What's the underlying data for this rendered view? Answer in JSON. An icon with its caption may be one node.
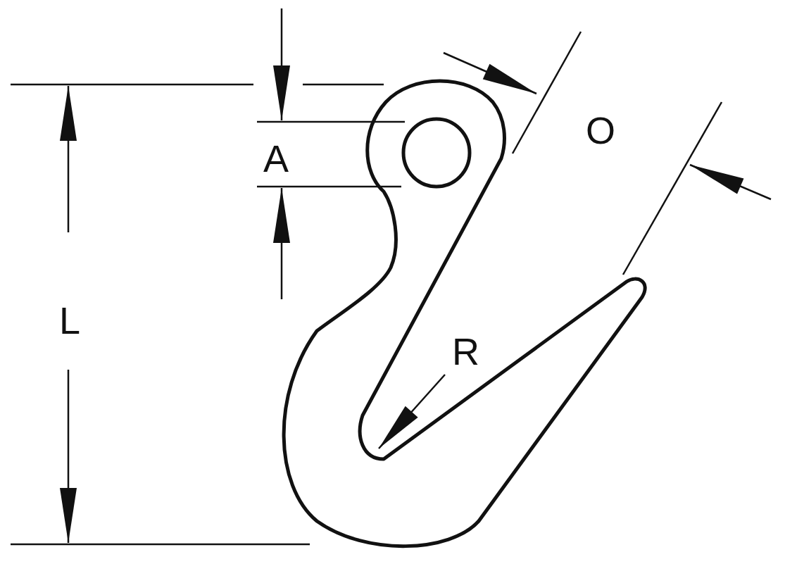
{
  "diagram": {
    "labels": [
      "A",
      "O",
      "L",
      "R"
    ]
  }
}
